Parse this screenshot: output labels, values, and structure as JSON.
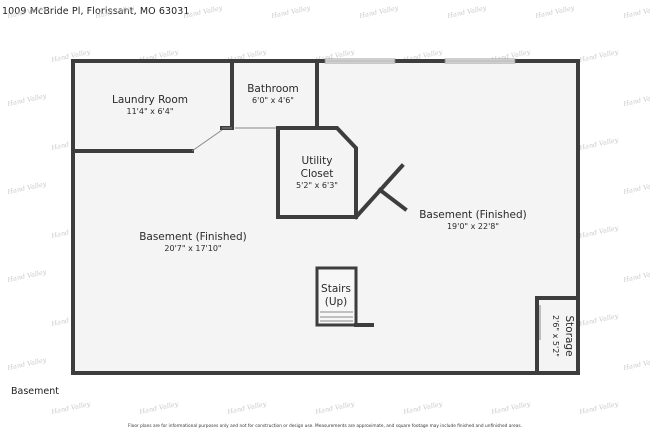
{
  "header": {
    "address": "1009 McBride Pl, Florissant, MO 63031"
  },
  "floor": {
    "label": "Basement"
  },
  "footer": {
    "disclaimer": "Floor plans are for informational purposes only and not for construction or design use. Measurements are approximate, and square footage may include finished and unfinished areas."
  },
  "watermark": {
    "text": "Hand Valley"
  },
  "rooms": {
    "laundry": {
      "name": "Laundry Room",
      "dims": "11'4\" x 6'4\""
    },
    "bathroom": {
      "name": "Bathroom",
      "dims": "6'0\" x 4'6\""
    },
    "utility": {
      "name_line1": "Utility",
      "name_line2": "Closet",
      "dims": "5'2\" x 6'3\""
    },
    "basement_left": {
      "name": "Basement (Finished)",
      "dims": "20'7\" x 17'10\""
    },
    "basement_right": {
      "name": "Basement (Finished)",
      "dims": "19'0\" x 22'8\""
    },
    "stairs": {
      "name_line1": "Stairs",
      "name_line2": "(Up)"
    },
    "storage": {
      "name": "Storage",
      "dims": "2'6\" x 5'2\""
    }
  },
  "colors": {
    "wall": "#3d3d3d",
    "floor": "#f4f4f4",
    "watermark": "#c9c9c9"
  }
}
